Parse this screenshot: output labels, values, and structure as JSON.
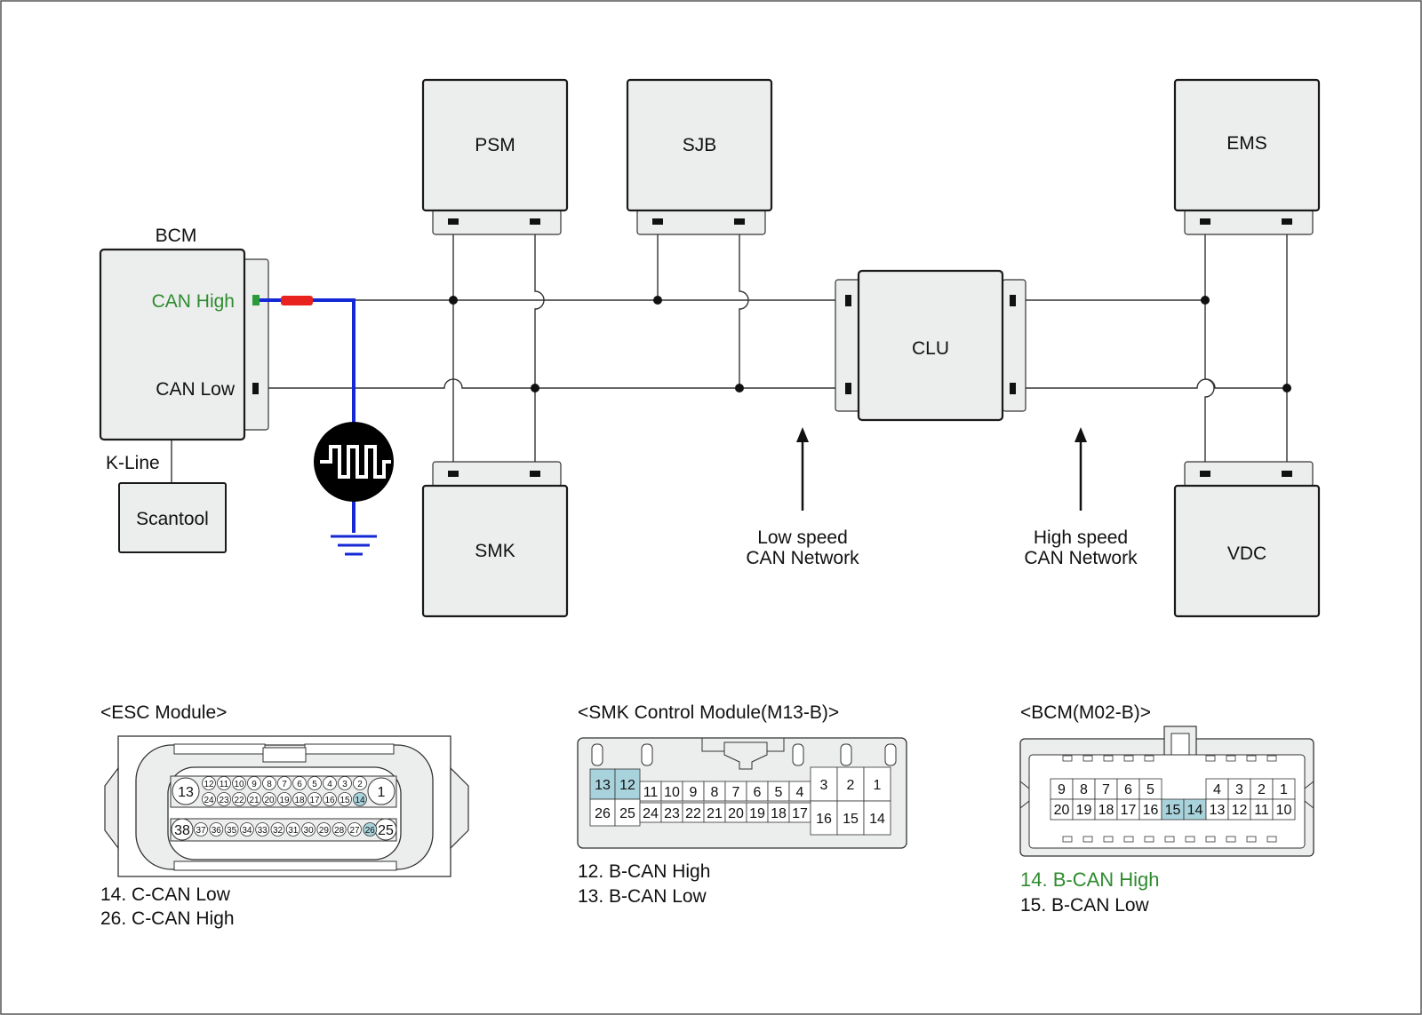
{
  "colors": {
    "box_fill": "#eceeed",
    "box_stroke": "#1a1a1a",
    "wire": "#333333",
    "probe_wire": "#1428d6",
    "probe_red": "#e8231f",
    "probe_tip": "#2a9a3a",
    "highlight_text": "#2e8b2e",
    "pin_highlight": "#a9d3dc"
  },
  "modules": {
    "psm": "PSM",
    "sjb": "SJB",
    "ems": "EMS",
    "smk": "SMK",
    "vdc": "VDC",
    "clu": "CLU",
    "bcm_title": "BCM",
    "bcm_can_high": "CAN High",
    "bcm_can_low": "CAN Low",
    "k_line": "K-Line",
    "scantool": "Scantool"
  },
  "networks": {
    "low_speed": [
      "Low speed",
      "CAN Network"
    ],
    "high_speed": [
      "High speed",
      "CAN Network"
    ]
  },
  "icons": {
    "oscilloscope": "square-wave-signal-icon",
    "ground": "ground-symbol-icon"
  },
  "connectors": {
    "esc": {
      "title": "<ESC Module>",
      "row1_left": "13",
      "row1_pins": [
        "12",
        "11",
        "10",
        "9",
        "8",
        "7",
        "6",
        "5",
        "4",
        "3",
        "2",
        "14"
      ],
      "row1_right": "1",
      "row1_lower": [
        "24",
        "23",
        "22",
        "21",
        "20",
        "19",
        "18",
        "17",
        "16",
        "15",
        "14"
      ],
      "row2_left": "38",
      "row2_pins": [
        "37",
        "36",
        "35",
        "34",
        "33",
        "32",
        "31",
        "30",
        "29",
        "28",
        "27",
        "26"
      ],
      "row2_right": "25",
      "highlighted": [
        "14",
        "26"
      ],
      "notes": [
        "14. C-CAN Low",
        "26. C-CAN High"
      ]
    },
    "smk": {
      "title": "<SMK Control Module(M13-B)>",
      "top_row": [
        "13",
        "12",
        "11",
        "10",
        "9",
        "8",
        "7",
        "6",
        "5",
        "4",
        "3",
        "2",
        "1"
      ],
      "bottom_row": [
        "26",
        "25",
        "24",
        "23",
        "22",
        "21",
        "20",
        "19",
        "18",
        "17",
        "16",
        "15",
        "14"
      ],
      "highlighted": [
        "13",
        "12"
      ],
      "notes": [
        "12. B-CAN High",
        "13. B-CAN Low"
      ]
    },
    "bcm": {
      "title": "<BCM(M02-B)>",
      "top_left": [
        "9",
        "8",
        "7",
        "6",
        "5"
      ],
      "top_right": [
        "4",
        "3",
        "2",
        "1"
      ],
      "bottom_row": [
        "20",
        "19",
        "18",
        "17",
        "16",
        "15",
        "14",
        "13",
        "12",
        "11",
        "10"
      ],
      "highlighted": [
        "15",
        "14"
      ],
      "notes": [
        "14. B-CAN High",
        "15. B-CAN Low"
      ]
    }
  }
}
